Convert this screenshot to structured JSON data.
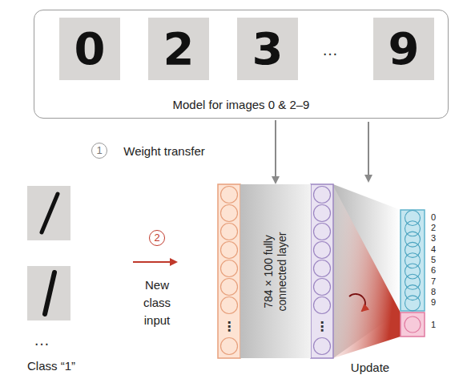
{
  "diagram": {
    "nodes": [
      {
        "text": [
          "Model for images 0 & 2–9"
        ]
      },
      {
        "text": [
          "784 × 100 fully connected layer"
        ]
      }
    ],
    "edges": [
      {
        "from": 0,
        "to": 1,
        "arrow": "to"
      }
    ],
    "labels": [
      "0",
      "2",
      "3",
      "…",
      "9",
      "1",
      "Weight transfer",
      "2",
      "New class input",
      "…",
      "Class “1”",
      "⋮",
      "⋮",
      "0",
      "2",
      "3",
      "4",
      "5",
      "6",
      "7",
      "8",
      "9",
      "1",
      "Update"
    ]
  }
}
